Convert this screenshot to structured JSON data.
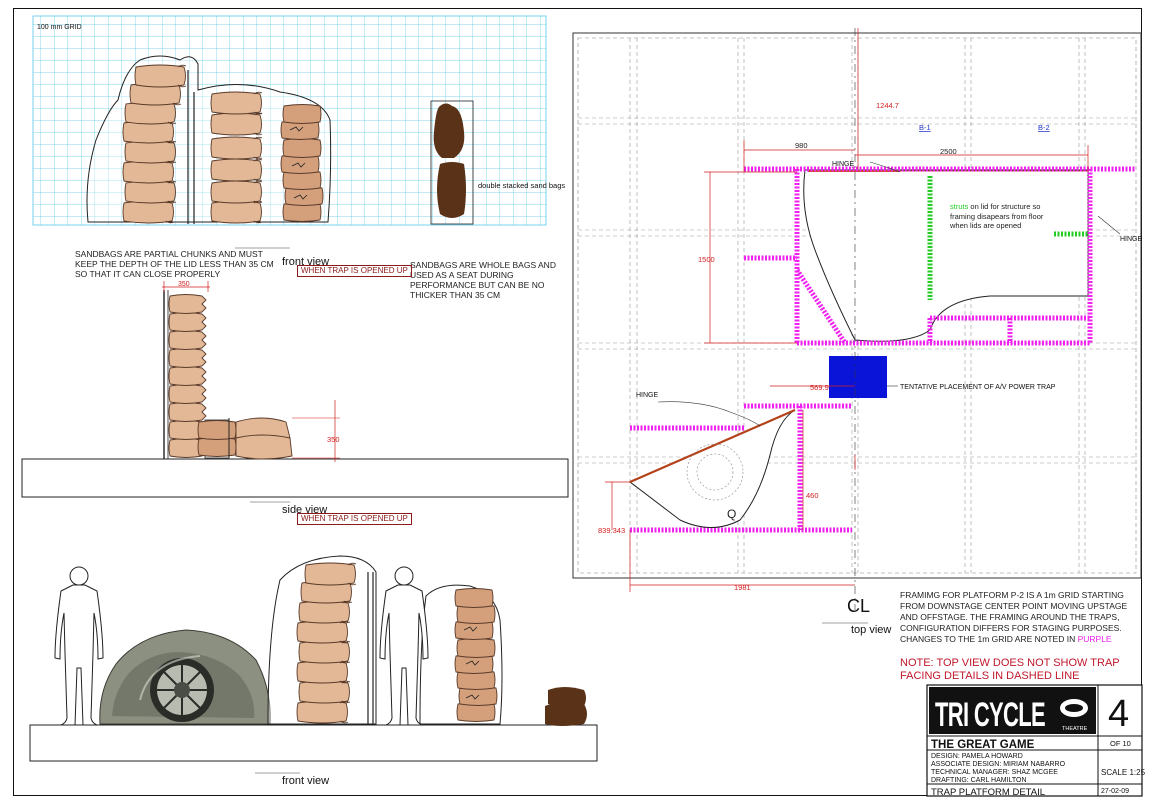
{
  "grid_label": "100 mm GRID",
  "notes": {
    "partial_chunks": "SANDBAGS ARE PARTIAL CHUNKS AND MUST KEEP THE DEPTH OF THE LID LESS THAN 35 CM SO THAT IT CAN CLOSE PROPERLY",
    "whole_bags": "SANDBAGS ARE WHOLE BAGS AND USED AS A SEAT DURING PERFORMANCE BUT CAN BE NO THICKER THAN 35 CM",
    "double_stacked": "double stacked sand bags",
    "when_opened_1": "WHEN TRAP IS OPENED UP",
    "when_opened_2": "WHEN TRAP IS OPENED UP",
    "struts_green": "struts",
    "struts_rest": " on lid for structure so framing disapears from floor when lids are opened",
    "tentative": "TENTATIVE PLACEMENT OF A/V  POWER TRAP",
    "framing_main": "FRAMIMG FOR PLATFORM P-2 IS A 1m GRID STARTING FROM DOWNSTAGE CENTER POINT MOVING UPSTAGE AND OFFSTAGE. THE FRAMING AROUND THE TRAPS, CONFIGURATION DIFFERS FOR STAGING PURPOSES. CHANGES TO THE 1m GRID ARE NOTED IN ",
    "framing_purple": "PURPLE",
    "top_view_note": "NOTE: TOP VIEW DOES NOT SHOW TRAP FACING DETAILS IN DASHED LINE"
  },
  "view_labels": {
    "front_view_top": "front  view",
    "side_view": "side view",
    "front_view_bottom": "front  view",
    "top_view": "top view",
    "centerline": "CL"
  },
  "dimensions": {
    "d350_top": "350",
    "d350_side": "350",
    "d1244": "1244.7",
    "d980": "980",
    "d2500": "2500",
    "d1500": "1500",
    "d569": "569.9",
    "d460": "460",
    "d839": "839.343",
    "d1981": "1981",
    "b1": "B-1",
    "b2": "B-2"
  },
  "labels": {
    "hinge_1": "HINGE",
    "hinge_2": "HINGE",
    "hinge_3": "HINGE"
  },
  "title_block": {
    "logo_text": "TRI CYCLE",
    "logo_sub": "THEATRE",
    "sheet_number": "4",
    "sheet_of": "OF 10",
    "production": "THE GREAT GAME",
    "design": "DESIGN: PAMELA HOWARD",
    "associate": "ASSOCIATE DESIGN: MIRIAM NABARRO",
    "technical": "TECHNICAL MANAGER: SHAZ MCGEE",
    "drafting": "DRAFTING:  CARL HAMILTON",
    "scale": "SCALE 1:25",
    "date": "27-02-09",
    "drawing_title": "TRAP PLATFORM DETAIL"
  },
  "colors": {
    "grid": "#55c8e8",
    "sandbag": "#e2b896",
    "sandbag_dark": "#5a3218",
    "purple_framing": "#f020f0",
    "green_struts": "#22cc22",
    "av_trap": "#0a14d8",
    "dimension": "#d21e1e",
    "note_red": "#c0182c",
    "link_blue": "#2233cc"
  }
}
